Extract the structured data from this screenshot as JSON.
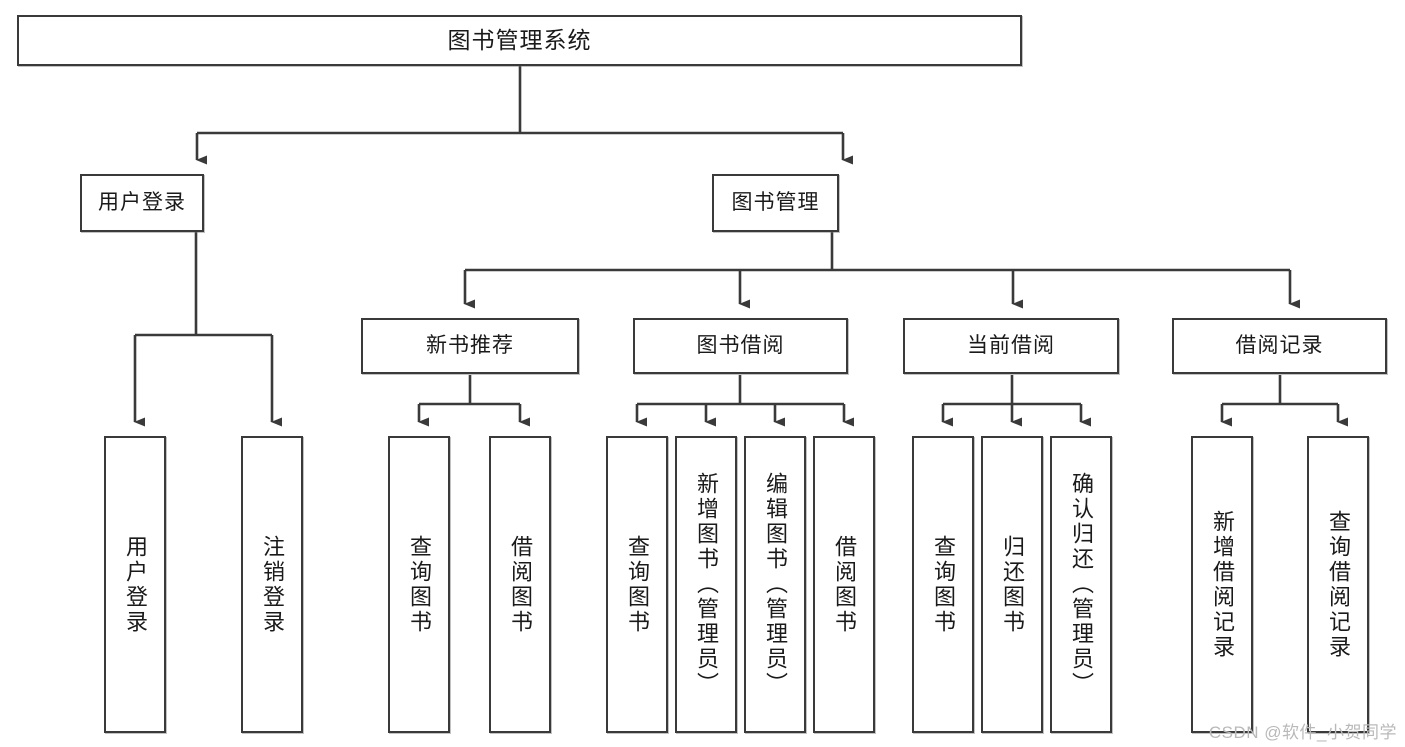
{
  "diagram": {
    "title": "图书管理系统",
    "watermark": "CSDN @软件_小贺同学",
    "colors": {
      "stroke": "#3a3a3a",
      "fill": "#ffffff",
      "text": "#1a1a1a",
      "watermark": "#b9b9b9"
    },
    "nodes": [
      {
        "id": "root",
        "label": "图书管理系统",
        "level": 1,
        "orientation": "horizontal"
      },
      {
        "id": "user-login",
        "label": "用户登录",
        "level": 2,
        "orientation": "horizontal"
      },
      {
        "id": "book-manage",
        "label": "图书管理",
        "level": 2,
        "orientation": "horizontal"
      },
      {
        "id": "new-book-rec",
        "label": "新书推荐",
        "level": 3,
        "orientation": "horizontal"
      },
      {
        "id": "book-borrow",
        "label": "图书借阅",
        "level": 3,
        "orientation": "horizontal"
      },
      {
        "id": "current-borrow",
        "label": "当前借阅",
        "level": 3,
        "orientation": "horizontal"
      },
      {
        "id": "borrow-record",
        "label": "借阅记录",
        "level": 3,
        "orientation": "horizontal"
      },
      {
        "id": "leaf-user-login",
        "label": "用户登录",
        "level": 4,
        "orientation": "vertical",
        "parent": "user-login"
      },
      {
        "id": "leaf-logout-login",
        "label": "注销登录",
        "level": 4,
        "orientation": "vertical",
        "parent": "user-login"
      },
      {
        "id": "leaf-query-book-1",
        "label": "查询图书",
        "level": 4,
        "orientation": "vertical",
        "parent": "new-book-rec"
      },
      {
        "id": "leaf-borrow-book-1",
        "label": "借阅图书",
        "level": 4,
        "orientation": "vertical",
        "parent": "new-book-rec"
      },
      {
        "id": "leaf-query-book-2",
        "label": "查询图书",
        "level": 4,
        "orientation": "vertical",
        "parent": "book-borrow"
      },
      {
        "id": "leaf-add-book",
        "label": "新增图书（管理员）",
        "level": 4,
        "orientation": "vertical",
        "parent": "book-borrow"
      },
      {
        "id": "leaf-edit-book",
        "label": "编辑图书（管理员）",
        "level": 4,
        "orientation": "vertical",
        "parent": "book-borrow"
      },
      {
        "id": "leaf-borrow-book-2",
        "label": "借阅图书",
        "level": 4,
        "orientation": "vertical",
        "parent": "book-borrow"
      },
      {
        "id": "leaf-query-book-3",
        "label": "查询图书",
        "level": 4,
        "orientation": "vertical",
        "parent": "current-borrow"
      },
      {
        "id": "leaf-return-book",
        "label": "归还图书",
        "level": 4,
        "orientation": "vertical",
        "parent": "current-borrow"
      },
      {
        "id": "leaf-confirm-return",
        "label": "确认归还（管理员）",
        "level": 4,
        "orientation": "vertical",
        "parent": "current-borrow"
      },
      {
        "id": "leaf-add-record",
        "label": "新增借阅记录",
        "level": 4,
        "orientation": "vertical",
        "parent": "borrow-record"
      },
      {
        "id": "leaf-query-record",
        "label": "查询借阅记录",
        "level": 4,
        "orientation": "vertical",
        "parent": "borrow-record"
      }
    ],
    "edges": [
      {
        "from": "root",
        "to": "user-login"
      },
      {
        "from": "root",
        "to": "book-manage"
      },
      {
        "from": "book-manage",
        "to": "new-book-rec"
      },
      {
        "from": "book-manage",
        "to": "book-borrow"
      },
      {
        "from": "book-manage",
        "to": "current-borrow"
      },
      {
        "from": "book-manage",
        "to": "borrow-record"
      },
      {
        "from": "user-login",
        "to": "leaf-user-login"
      },
      {
        "from": "user-login",
        "to": "leaf-logout-login"
      },
      {
        "from": "new-book-rec",
        "to": "leaf-query-book-1"
      },
      {
        "from": "new-book-rec",
        "to": "leaf-borrow-book-1"
      },
      {
        "from": "book-borrow",
        "to": "leaf-query-book-2"
      },
      {
        "from": "book-borrow",
        "to": "leaf-add-book"
      },
      {
        "from": "book-borrow",
        "to": "leaf-edit-book"
      },
      {
        "from": "book-borrow",
        "to": "leaf-borrow-book-2"
      },
      {
        "from": "current-borrow",
        "to": "leaf-query-book-3"
      },
      {
        "from": "current-borrow",
        "to": "leaf-return-book"
      },
      {
        "from": "current-borrow",
        "to": "leaf-confirm-return"
      },
      {
        "from": "borrow-record",
        "to": "leaf-add-record"
      },
      {
        "from": "borrow-record",
        "to": "leaf-query-record"
      }
    ]
  }
}
